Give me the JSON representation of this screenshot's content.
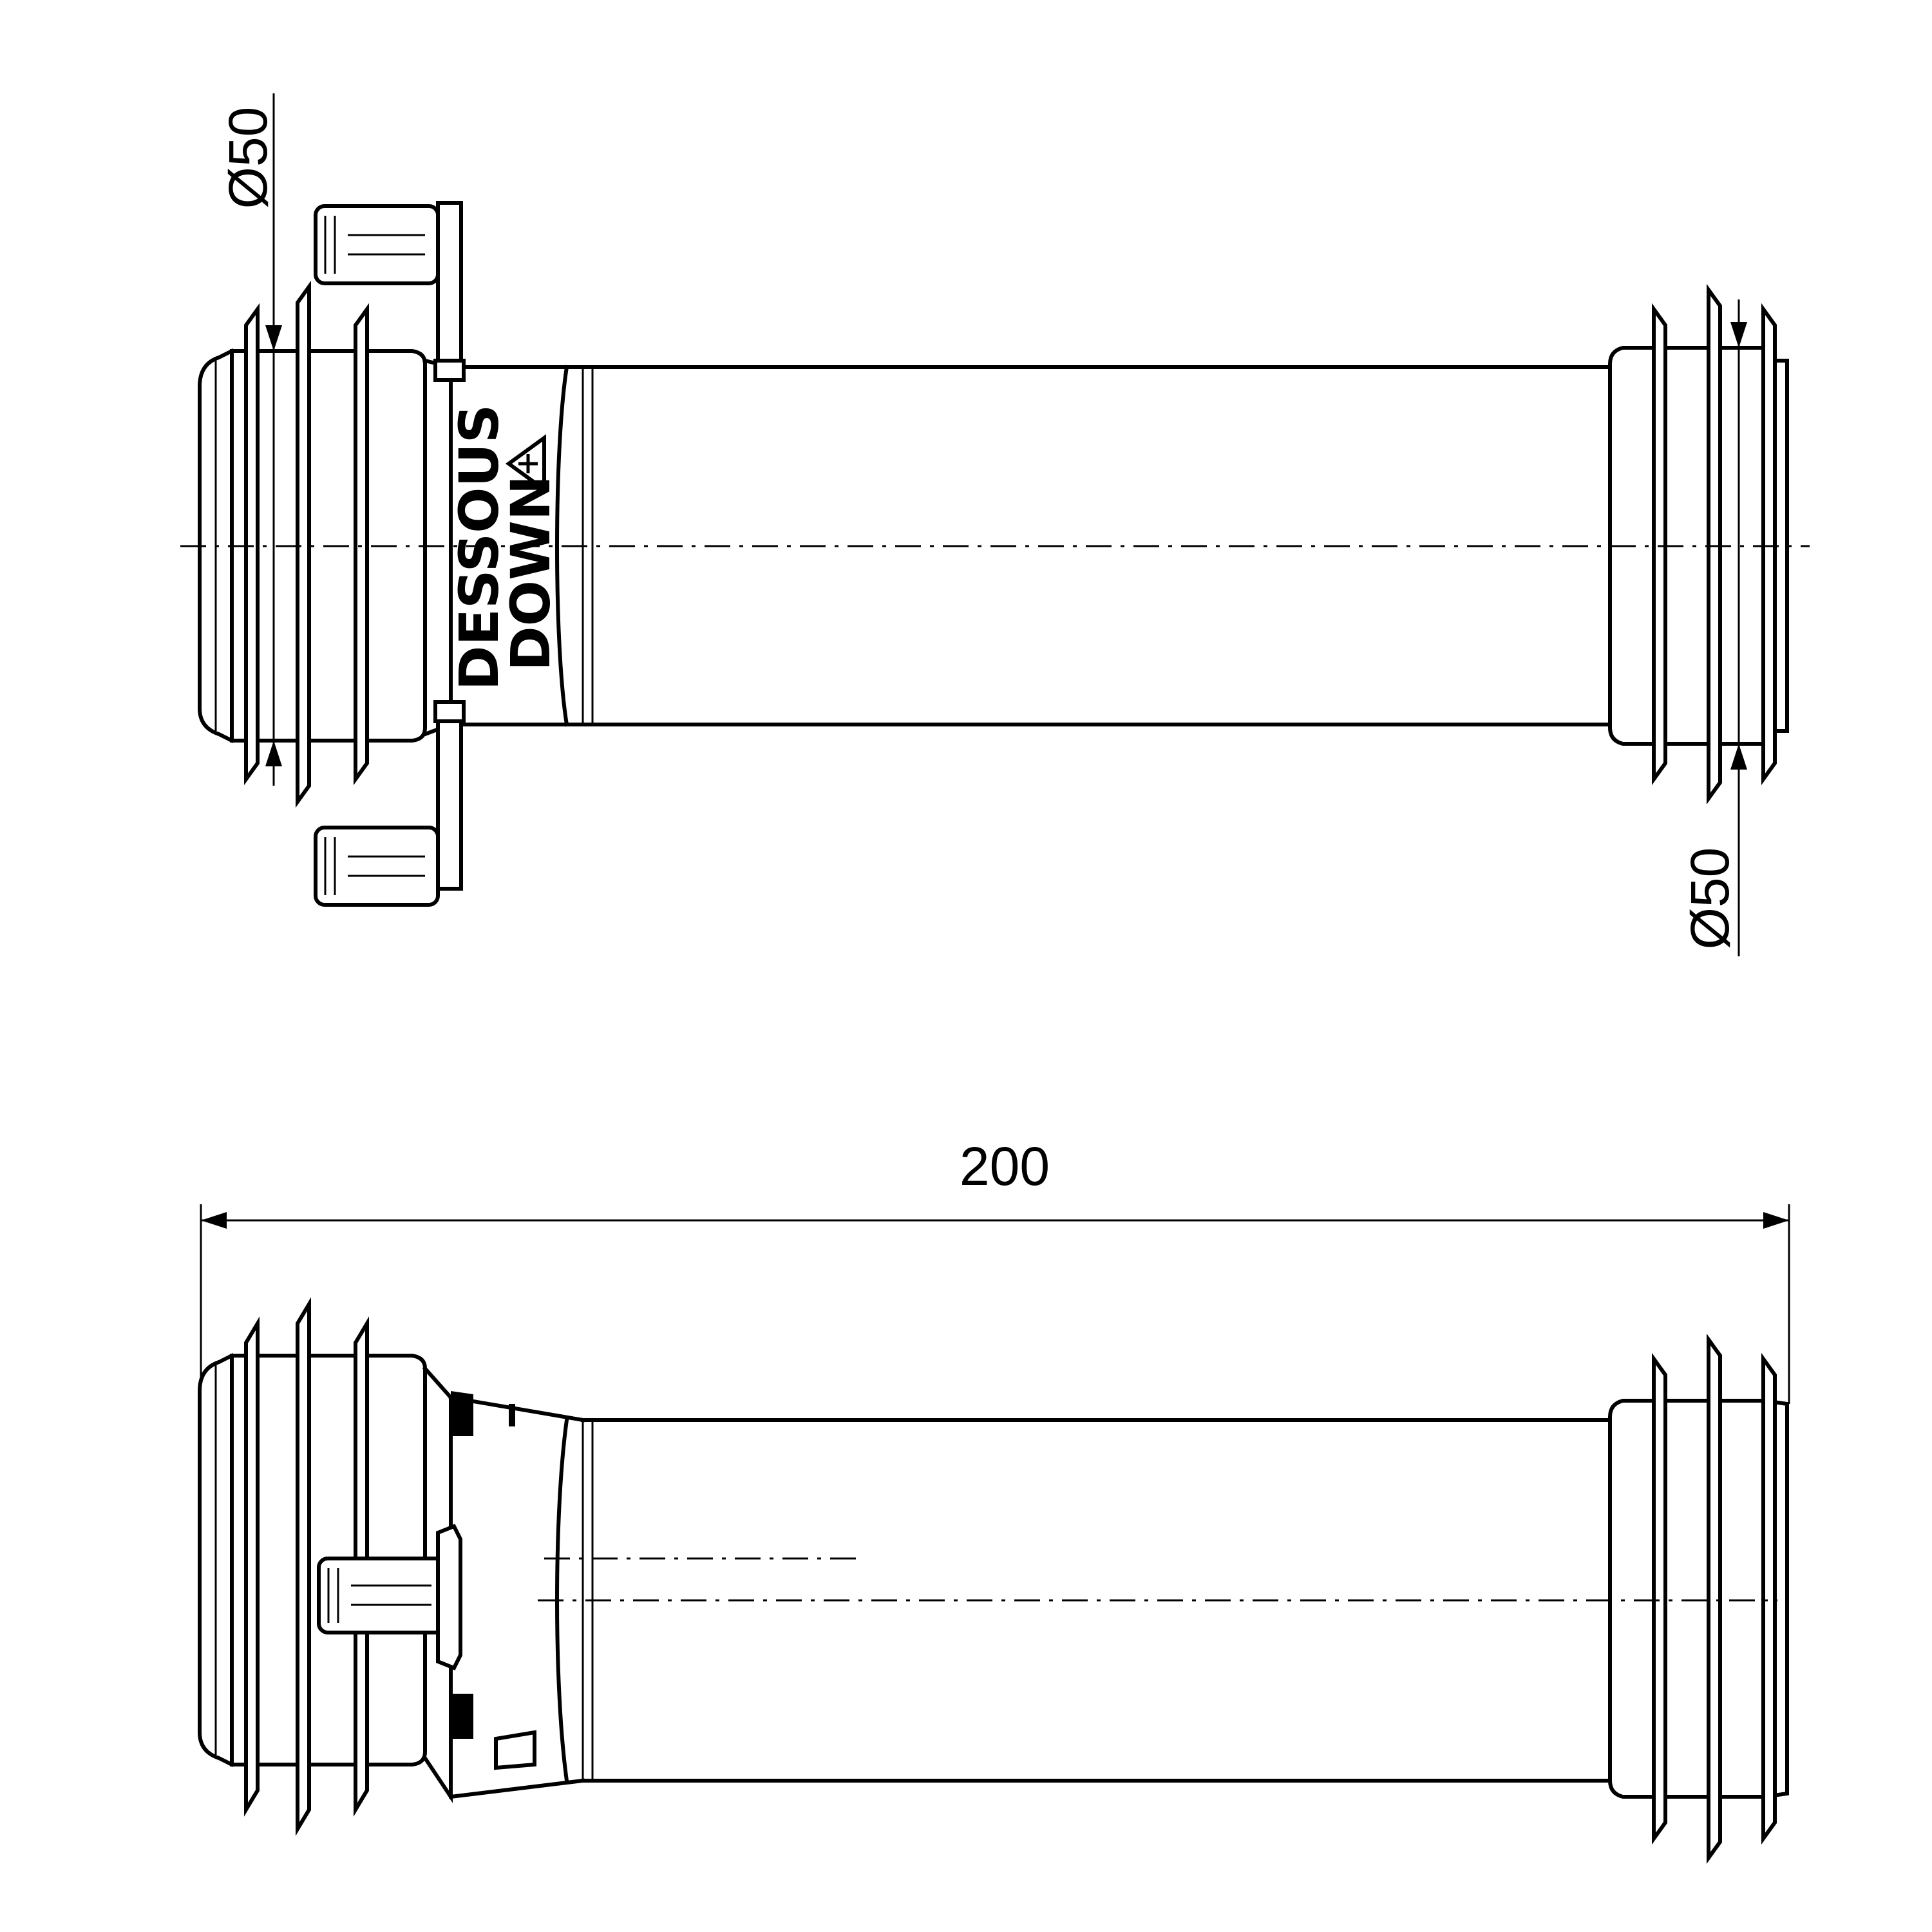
{
  "dimensions": {
    "diameter_inlet": "Ø50",
    "diameter_outlet": "Ø50",
    "overall_length": "200"
  },
  "pipe_marking": {
    "line1": "DESSOUS",
    "line2": "DOWN"
  },
  "colors": {
    "line": "#000000",
    "background": "#ffffff"
  }
}
